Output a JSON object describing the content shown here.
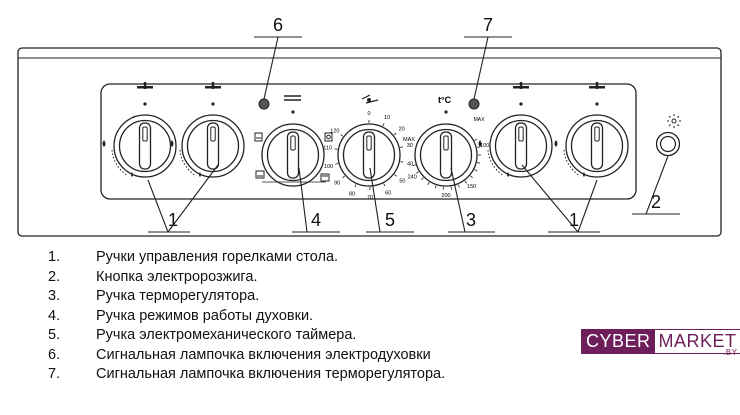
{
  "callouts": [
    {
      "id": "c6",
      "text": "6"
    },
    {
      "id": "c7",
      "text": "7"
    },
    {
      "id": "c1a",
      "text": "1"
    },
    {
      "id": "c4",
      "text": "4"
    },
    {
      "id": "c5",
      "text": "5"
    },
    {
      "id": "c3",
      "text": "3"
    },
    {
      "id": "c1b",
      "text": "1"
    },
    {
      "id": "c2",
      "text": "2"
    }
  ],
  "timer_scale": {
    "labels": [
      "0",
      "10",
      "20",
      "30",
      "40",
      "50",
      "60",
      "70",
      "80",
      "90",
      "100",
      "110",
      "120"
    ],
    "max_label": "MAX"
  },
  "thermo_scale": {
    "labels": [
      "100",
      "150",
      "200",
      "240"
    ],
    "unit": "t°C",
    "max_label": "MAX"
  },
  "legend": [
    {
      "num": "1.",
      "text": "Ручки управления горелками стола."
    },
    {
      "num": "2.",
      "text": "Кнопка электророзжига."
    },
    {
      "num": "3.",
      "text": "Ручка терморегулятора."
    },
    {
      "num": "4.",
      "text": "Ручка режимов работы духовки."
    },
    {
      "num": "5.",
      "text": "Ручка электромеханического таймера."
    },
    {
      "num": "6.",
      "text": "Сигнальная лампочка включения электродуховки"
    },
    {
      "num": "7.",
      "text": "Сигнальная лампочка включения терморегулятора."
    }
  ],
  "logo": {
    "left": "CYBER",
    "right": "MARKET",
    "suffix": ".BY"
  },
  "colors": {
    "line": "#222222",
    "logo": "#6e1e5b"
  },
  "icons": [
    "burner-icon",
    "flame-icon",
    "oven-mode-icon",
    "timer-icon",
    "thermometer-icon",
    "ignition-spark-icon"
  ]
}
